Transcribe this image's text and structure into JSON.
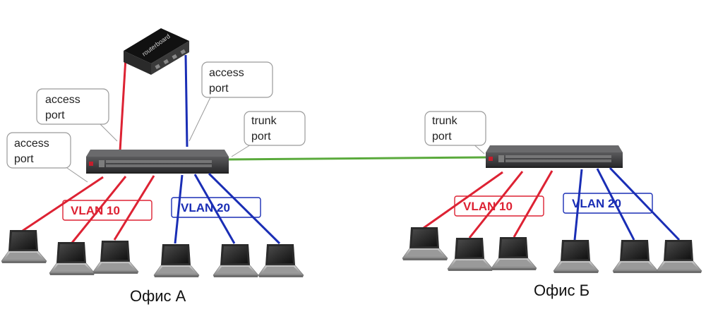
{
  "colors": {
    "vlan10": "#dd2233",
    "vlan20": "#1a2eb5",
    "trunk": "#5aaa3c",
    "callout_border": "#9a9a9a",
    "switch_body": "#3a3a3c",
    "router_body": "#1e1e1e"
  },
  "router": {
    "brand": "routerboard"
  },
  "callouts": {
    "access_left_lower": {
      "line1": "access",
      "line2": "port"
    },
    "access_left_upper": {
      "line1": "access",
      "line2": "port"
    },
    "access_right": {
      "line1": "access",
      "line2": "port"
    },
    "trunk_a": {
      "line1": "trunk",
      "line2": "port"
    },
    "trunk_b": {
      "line1": "trunk",
      "line2": "port"
    }
  },
  "office_a": {
    "label": "Офис А",
    "vlan10_label": "VLAN 10",
    "vlan20_label": "VLAN 20"
  },
  "office_b": {
    "label": "Офис Б",
    "vlan10_label": "VLAN 10",
    "vlan20_label": "VLAN 20"
  }
}
